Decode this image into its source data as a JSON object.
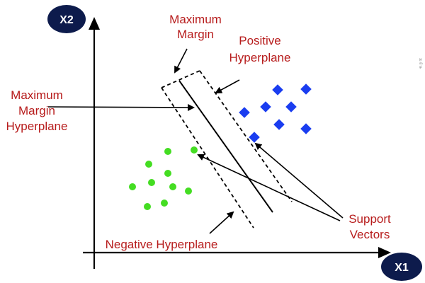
{
  "axes": {
    "x_label": "X1",
    "y_label": "X2",
    "badge_color": "#0d1b4c"
  },
  "labels": {
    "maximum_margin_line1": "Maximum",
    "maximum_margin_line2": "Margin",
    "positive_hyperplane_line1": "Positive",
    "positive_hyperplane_line2": "Hyperplane",
    "max_margin_hyperplane_line1": "Maximum",
    "max_margin_hyperplane_line2": "Margin",
    "max_margin_hyperplane_line3": "Hyperplane",
    "negative_hyperplane": "Negative Hyperplane",
    "support_vectors_line1": "Support",
    "support_vectors_line2": "Vectors"
  },
  "edge_text": {
    "line1": "M",
    "line2": "ila",
    "line3": "gi"
  },
  "colors": {
    "label_text": "#b71c1c",
    "positive_class": "#1a3df0",
    "negative_class": "#44dd22",
    "lines": "#000000"
  },
  "classes": {
    "positive_marker": "diamond",
    "negative_marker": "circle"
  }
}
